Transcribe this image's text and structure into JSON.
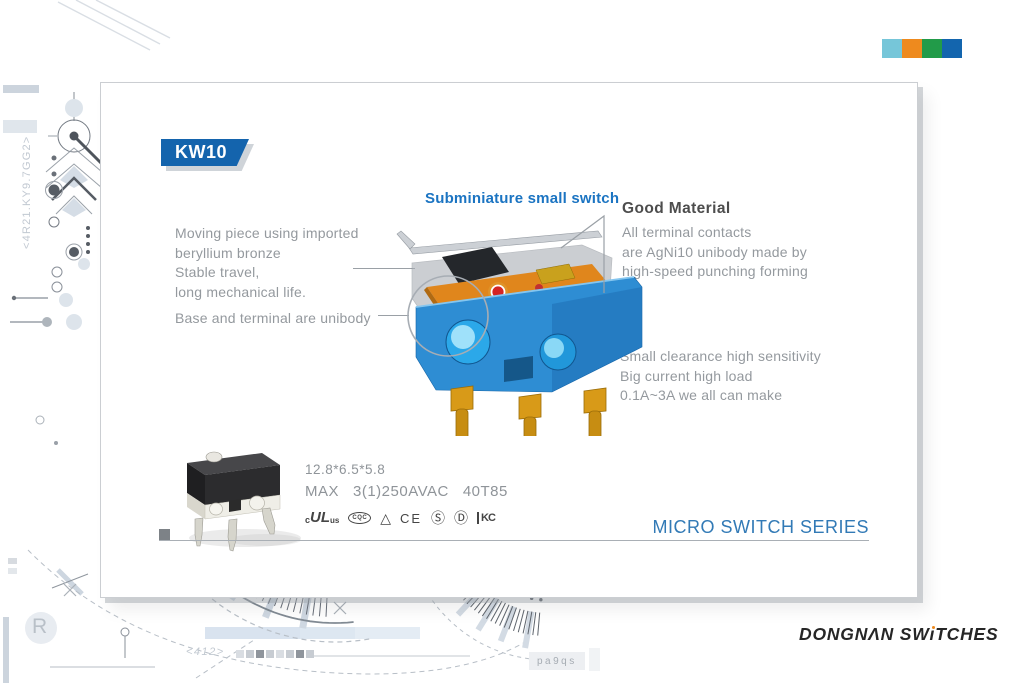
{
  "accent_colors": [
    "#76c6d9",
    "#ee8a1e",
    "#229b49",
    "#1365ae"
  ],
  "margins": {
    "left_code": "<4R21.KY9.7GG2>",
    "bottom_code": "<412>",
    "tag": "pa9qs",
    "r_label": "R"
  },
  "card": {
    "model_badge": "KW10",
    "subtitle": "Subminiature small switch",
    "left_note1": {
      "line1": "Moving piece using imported",
      "line2": "beryllium bronze",
      "line3": "Stable travel,",
      "line4": "long mechanical life."
    },
    "left_note2": "Base and terminal are unibody",
    "good_material": {
      "title": "Good Material",
      "line1": "All terminal contacts",
      "line2": "are AgNi10 unibody made by",
      "line3": "high-speed punching forming"
    },
    "right_note2": {
      "line1": "Small clearance high sensitivity",
      "line2": "Big current high load",
      "line3": "0.1A~3A we all can make"
    },
    "specs": {
      "size": "12.8*6.5*5.8",
      "rating": "MAX   3(1)250AVAC   40T85"
    },
    "certs": {
      "ul_c": "c",
      "ul": "UL",
      "ul_us": "us",
      "cqc": "CQC",
      "triangle": "△",
      "ce": "CE",
      "s_mark": "Ⓢ",
      "d_mark": "Ⓓ",
      "kc": "KC"
    },
    "series_label": "MICRO SWITCH SERIES"
  },
  "logo": {
    "full": "DONGNAN SWITCHES",
    "p1": "DONGN",
    "a": "Λ",
    "p2": "N SW",
    "i": "ı",
    "p3": "TCHES"
  }
}
